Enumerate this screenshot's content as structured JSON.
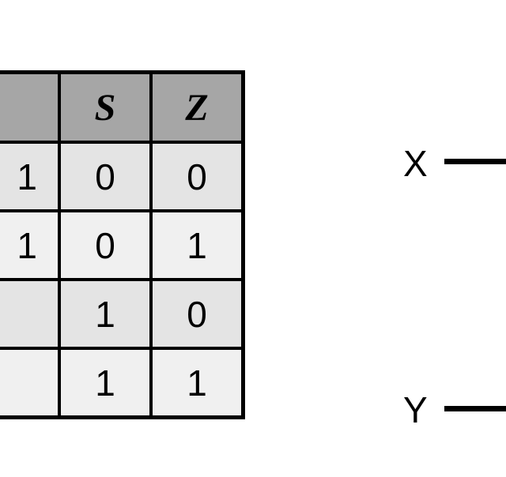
{
  "truth_table": {
    "headers": [
      "",
      "S",
      "Z"
    ],
    "rows": [
      [
        "1",
        "0",
        "0"
      ],
      [
        "1",
        "0",
        "1"
      ],
      [
        "",
        "1",
        "0"
      ],
      [
        "",
        "1",
        "1"
      ]
    ]
  },
  "circuit": {
    "inputs": [
      {
        "label": "X"
      },
      {
        "label": "Y"
      }
    ]
  },
  "colors": {
    "header_bg": "#a6a6a6",
    "row_shade_dark": "#e4e4e4",
    "row_shade_light": "#f0f0f0",
    "line": "#000000"
  }
}
